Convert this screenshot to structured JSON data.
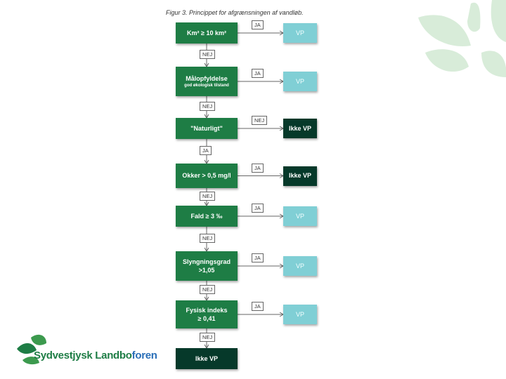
{
  "caption": "Figur 3. Princippet for afgrænsningen af vandløb.",
  "nodes": [
    {
      "id": "n1",
      "lines": [
        "Km² ≥ 10 km²"
      ],
      "style": "green"
    },
    {
      "id": "n2",
      "lines": [
        "Målopfyldelse"
      ],
      "sub": "god økologisk tilstand",
      "style": "green"
    },
    {
      "id": "n3",
      "lines": [
        "\"Naturligt\""
      ],
      "style": "green"
    },
    {
      "id": "n4",
      "lines": [
        "Okker > 0,5 mg/l"
      ],
      "style": "green"
    },
    {
      "id": "n5",
      "lines": [
        "Fald ≥ 3 ‰"
      ],
      "style": "green"
    },
    {
      "id": "n6",
      "lines": [
        "Slyngningsgrad",
        ">1,05"
      ],
      "style": "green"
    },
    {
      "id": "n7",
      "lines": [
        "Fysisk indeks",
        "≥ 0,41"
      ],
      "style": "green"
    },
    {
      "id": "n8",
      "lines": [
        "Ikke VP"
      ],
      "style": "dark"
    }
  ],
  "outcomes": [
    {
      "id": "o1",
      "text": "VP",
      "style": "vp",
      "edge": "JA"
    },
    {
      "id": "o2",
      "text": "VP",
      "style": "vp",
      "edge": "JA"
    },
    {
      "id": "o3",
      "text": "Ikke VP",
      "style": "dark",
      "edge": "NEJ"
    },
    {
      "id": "o4",
      "text": "Ikke VP",
      "style": "dark",
      "edge": "JA"
    },
    {
      "id": "o5",
      "text": "VP",
      "style": "vp",
      "edge": "JA"
    },
    {
      "id": "o6",
      "text": "VP",
      "style": "vp",
      "edge": "JA"
    },
    {
      "id": "o7",
      "text": "VP",
      "style": "vp",
      "edge": "JA"
    }
  ],
  "down_edges": [
    "NEJ",
    "NEJ",
    "JA",
    "NEJ",
    "NEJ",
    "NEJ",
    "NEJ"
  ],
  "logo": {
    "text_a": "Sydvestjysk Landbo",
    "text_b": "foren",
    "color_a": "#1e7d45",
    "color_b": "#2a6fb8"
  },
  "colors": {
    "green": "#1e7d45",
    "dark": "#06392a",
    "vp": "#80cfd5",
    "leaf": "#d8ecd9"
  }
}
